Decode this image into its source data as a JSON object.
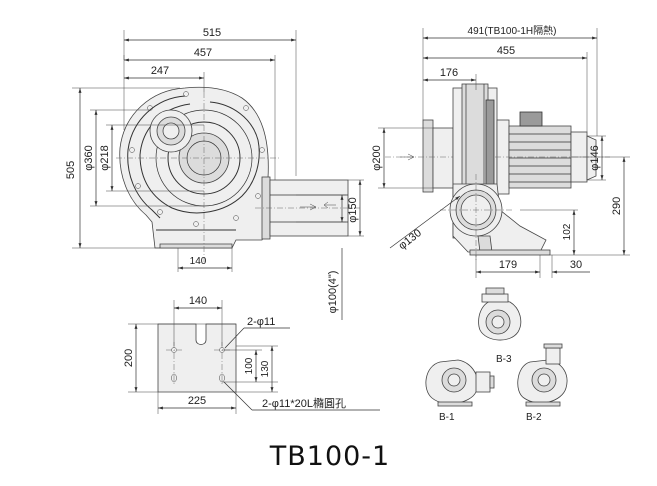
{
  "title": "TB100-1",
  "front_view": {
    "dim_515": "515",
    "dim_457": "457",
    "dim_247": "247",
    "dim_505": "505",
    "dim_360": "φ360",
    "dim_218": "φ218",
    "dim_150": "φ150",
    "dim_100": "φ100(4\")",
    "dim_140": "140"
  },
  "side_view": {
    "dim_491": "491(TB100-1H隔熱)",
    "dim_455": "455",
    "dim_176": "176",
    "dim_200": "φ200",
    "dim_146": "φ146",
    "dim_290": "290",
    "dim_102": "102",
    "dim_130": "φ130",
    "dim_179": "179",
    "dim_30": "30"
  },
  "base_view": {
    "dim_140": "140",
    "dim_holes": "2-φ11",
    "dim_200": "200",
    "dim_100": "100",
    "dim_130": "130",
    "dim_225": "225",
    "dim_slots": "2-φ11*20L橢圓孔"
  },
  "variants": {
    "b1": "B-1",
    "b2": "B-2",
    "b3": "B-3"
  }
}
